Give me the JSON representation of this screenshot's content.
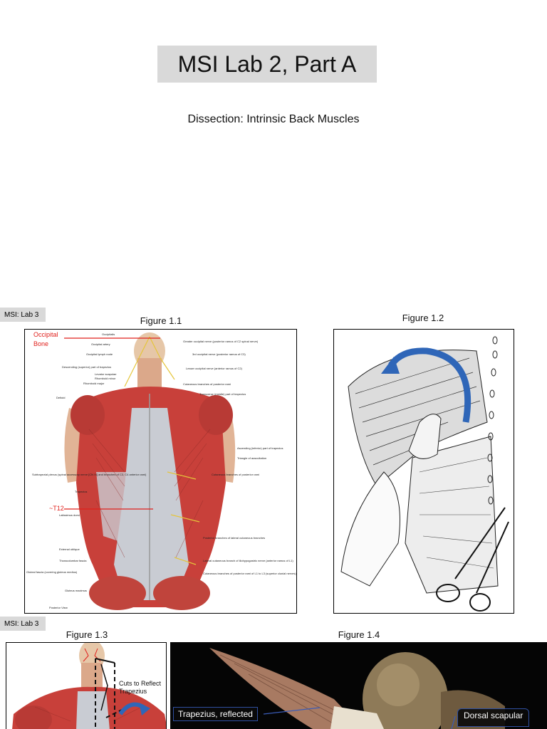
{
  "slide1": {
    "title": "MSI Lab 2, Part A",
    "subtitle": "Dissection: Intrinsic Back Muscles"
  },
  "slide2": {
    "tag": "MSI: Lab 3",
    "fig1": {
      "caption": "Figure 1.1",
      "red_labels": [
        "Occipital",
        "Bone",
        "~T12"
      ],
      "left_labels": [
        "Occipital artery",
        "Occipital lymph node",
        "Descending (superior) part of trapezius",
        "Levator scapulae",
        "Rhomboid minor",
        "Rhomboid major",
        "Deltoid",
        "Subtrapezial plexus (spinal accessory nerve [CN XI] and branches of C3, C4 anterior rami)",
        "Trapezius",
        "Latissimus dorsi",
        "External oblique",
        "Thoracolumbar fascia",
        "Gluteal fascia (covering gluteus medius)",
        "Gluteus maximus",
        "Posterior View"
      ],
      "right_labels": [
        "Occipitalis",
        "Greater occipital nerve (posterior ramus of C2 spinal nerve)",
        "3rd occipital nerve (posterior ramus of C3)",
        "Lesser occipital nerve (anterior ramus of C2)",
        "Cutaneous branches of posterior rami",
        "Transverse (middle) part of trapezius",
        "Ascending (inferior) part of trapezius",
        "Triangle of auscultation",
        "Cutaneous branches of posterior rami",
        "Posterior branches of lateral cutaneous branches",
        "Lateral cutaneous branch of iliohypogastric nerve (anterior ramus of L1)",
        "Cutaneous branches of posterior rami of L1 to L3 (superior clunial nerves)"
      ]
    },
    "fig2": {
      "caption": "Figure 1.2"
    }
  },
  "slide3": {
    "tag": "MSI: Lab 3",
    "fig3": {
      "caption": "Figure 1.3",
      "annotation_line1": "Cuts to Reflect",
      "annotation_line2": "Trapezius"
    },
    "fig4": {
      "caption": "Figure 1.4",
      "label_trapezius": "Trapezius, reflected",
      "label_dorsal": "Dorsal scapular"
    }
  },
  "colors": {
    "muscle_red": "#c8403a",
    "fascia": "#c9ccd3",
    "arrow_blue": "#2f66b8",
    "annotation_red": "#e0201c"
  }
}
